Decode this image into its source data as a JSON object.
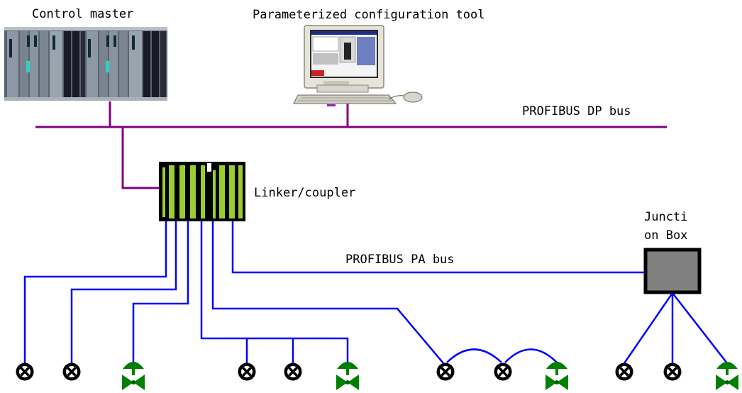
{
  "labels": {
    "control_master": "Control master",
    "config_tool": "Parameterized configuration tool",
    "dp_bus": "PROFIBUS DP bus",
    "linker": "Linker/coupler",
    "pa_bus": "PROFIBUS PA bus",
    "junction_box": "Juncti on Box"
  },
  "colors": {
    "dp_bus": "#800080",
    "pa_bus": "#0000ff",
    "valve": "#008000",
    "coupler_slot": "#9acd32",
    "junction_box": "#808080"
  },
  "icons": [
    "plc-rack-icon",
    "computer-workstation-icon",
    "coupler-rack-icon",
    "junction-box-icon",
    "measuring-instrument-icon",
    "control-valve-icon"
  ]
}
